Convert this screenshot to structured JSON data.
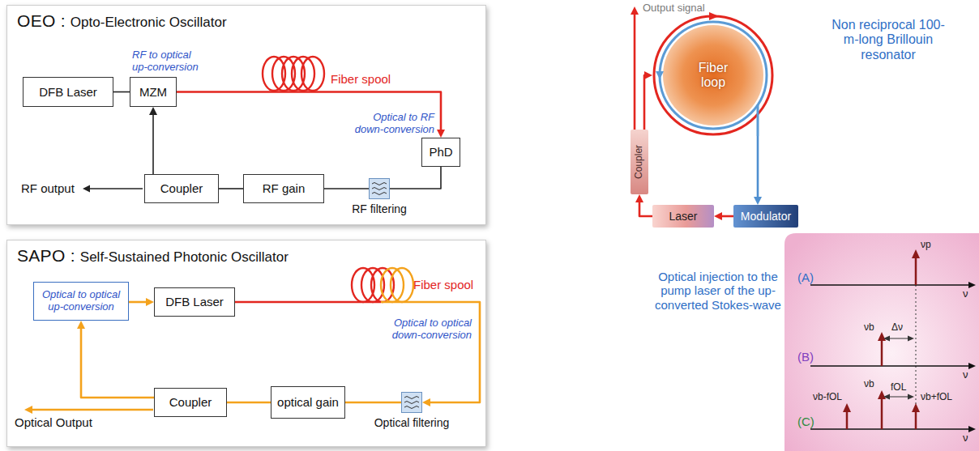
{
  "diagram": {
    "nodes": [
      {
        "text": [
          "OEO :",
          "Opto-Electronic Oscillator"
        ]
      },
      {
        "text": [
          "DFB Laser"
        ],
        "in": 0
      },
      {
        "text": [
          "MZM"
        ],
        "in": 0
      },
      {
        "text": [
          "PhD"
        ],
        "in": 0
      },
      {
        "text": [
          "Coupler"
        ],
        "in": 0
      },
      {
        "text": [
          "RF gain"
        ],
        "in": 0
      },
      {
        "text": [
          "RF filtering"
        ],
        "in": 0
      },
      {
        "text": [
          "SAPO :",
          "Self-Sustained Photonic Oscillator"
        ]
      },
      {
        "text": [
          "Optical to optical up-conversion"
        ],
        "in": 7
      },
      {
        "text": [
          "DFB Laser"
        ],
        "in": 7
      },
      {
        "text": [
          "Coupler"
        ],
        "in": 7
      },
      {
        "text": [
          "optical gain"
        ],
        "in": 7
      },
      {
        "text": [
          "Optical filtering"
        ],
        "in": 7
      },
      {
        "text": [
          "Fiber loop"
        ]
      },
      {
        "text": [
          "Coupler"
        ]
      },
      {
        "text": [
          "Laser"
        ]
      },
      {
        "text": [
          "Modulator"
        ]
      }
    ],
    "edges": [
      {
        "from": 1,
        "to": 2,
        "arrow": "none"
      },
      {
        "from": 2,
        "to": 3,
        "arrow": "to"
      },
      {
        "from": 3,
        "to": 6,
        "arrow": "none"
      },
      {
        "from": 6,
        "to": 5,
        "arrow": "none"
      },
      {
        "from": 5,
        "to": 4,
        "arrow": "none"
      },
      {
        "from": 4,
        "to": 2,
        "arrow": "to"
      },
      {
        "from": 8,
        "to": 9,
        "arrow": "to"
      },
      {
        "from": 9,
        "to": 12,
        "arrow": "to"
      },
      {
        "from": 12,
        "to": 11,
        "arrow": "none"
      },
      {
        "from": 11,
        "to": 10,
        "arrow": "none"
      },
      {
        "from": 10,
        "to": 8,
        "arrow": "to"
      },
      {
        "from": 14,
        "to": 13,
        "arrow": "to"
      },
      {
        "from": 13,
        "to": 16,
        "arrow": "to"
      },
      {
        "from": 16,
        "to": 15,
        "arrow": "to"
      },
      {
        "from": 15,
        "to": 14,
        "arrow": "to"
      }
    ],
    "labels": [
      "RF to optical up-conversion",
      "Fiber spool",
      "Optical to RF down-conversion",
      "RF output",
      "Fiber spool",
      "Optical to optical down-conversion",
      "Optical Output",
      "Output signal",
      "Non reciprocal 100-m-long Brillouin resonator",
      "Optical injection to the pump laser of the up-converted Stokes-wave",
      "(A)",
      "νp",
      "ν",
      "(B)",
      "νb",
      "Δν",
      "ν",
      "(C)",
      "fOL",
      "νb-fOL",
      "νb",
      "νb+fOL",
      "ν"
    ]
  }
}
